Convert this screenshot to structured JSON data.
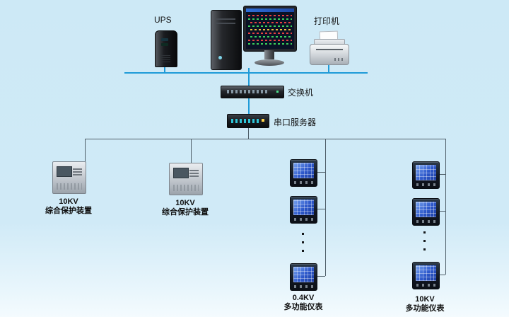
{
  "colors": {
    "background": "#cde9f6",
    "network_line": "#1f9bd8",
    "branch_line": "#4e5e68",
    "meter_screen": "#2c57ca"
  },
  "diagram": {
    "ups": {
      "label": "UPS"
    },
    "printer": {
      "label": "打印机"
    },
    "switch": {
      "label": "交换机"
    },
    "serial_server": {
      "label": "串口服务器"
    },
    "protection_devices": [
      {
        "voltage": "10KV",
        "name": "综合保护装置"
      },
      {
        "voltage": "10KV",
        "name": "综合保护装置"
      }
    ],
    "meter_columns": [
      {
        "voltage": "0.4KV",
        "name": "多功能仪表"
      },
      {
        "voltage": "10KV",
        "name": "多功能仪表"
      }
    ]
  }
}
